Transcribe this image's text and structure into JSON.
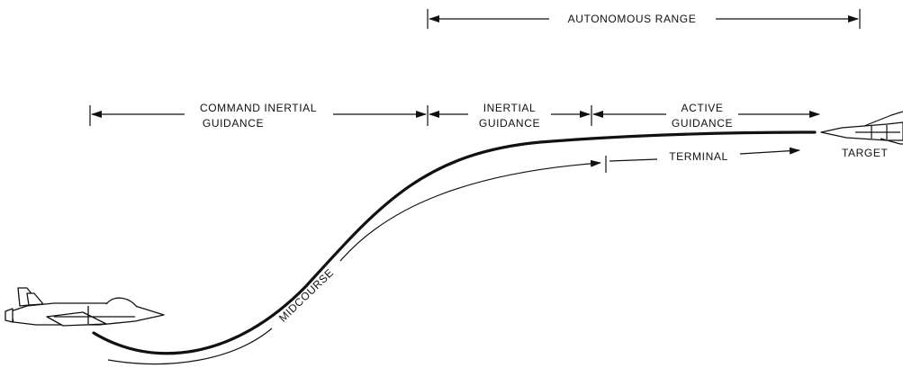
{
  "ranges": {
    "autonomous": "AUTONOMOUS RANGE",
    "command_inertial": {
      "line1": "COMMAND INERTIAL",
      "line2": "GUIDANCE"
    },
    "inertial": {
      "line1": "INERTIAL",
      "line2": "GUIDANCE"
    },
    "active": {
      "line1": "ACTIVE",
      "line2": "GUIDANCE"
    }
  },
  "phases": {
    "midcourse": "MIDCOURSE",
    "terminal": "TERMINAL"
  },
  "target_label": "TARGET",
  "icons": {
    "launch_aircraft": "fighter-jet-icon",
    "target_aircraft": "target-jet-icon"
  },
  "colors": {
    "ink": "#111111",
    "background": "#ffffff"
  }
}
